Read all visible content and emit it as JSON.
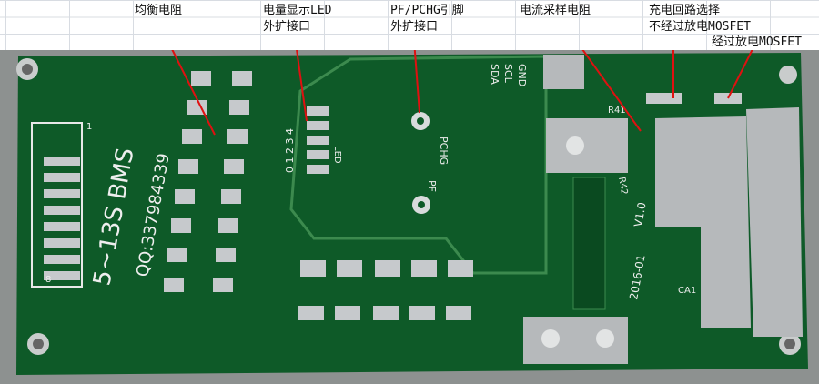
{
  "annotations": [
    {
      "lines": [
        "均衡电阻"
      ]
    },
    {
      "lines": [
        "电量显示LED",
        "外扩接口"
      ]
    },
    {
      "lines": [
        "PF/PCHG引脚",
        "外扩接口"
      ]
    },
    {
      "lines": [
        "电流采样电阻"
      ]
    },
    {
      "lines": [
        "充电回路选择",
        "不经过放电MOSFET"
      ]
    },
    {
      "lines": [
        "经过放电MOSFET"
      ]
    }
  ],
  "board_text": {
    "model": "5~13S BMS",
    "qq": "QQ:337984339",
    "date": "2016-01",
    "version": "V1.0",
    "led": "LED",
    "led_pins": "0 1 2 3 4",
    "pchg": "PCHG",
    "pf": "PF",
    "gnd": "GND",
    "scl": "SCL",
    "sda": "SDA",
    "r41": "R41",
    "r42": "R42",
    "ca1": "CA1",
    "pin1": "1",
    "pin8": "8"
  },
  "colors": {
    "arrow": "#e01010",
    "board": "#0e5a28",
    "pad": "#c0c4c8"
  }
}
